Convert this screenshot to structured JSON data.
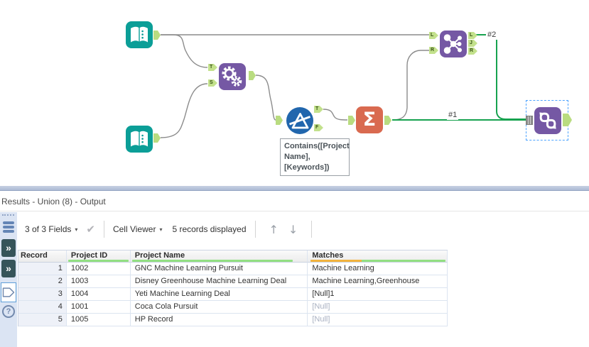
{
  "canvas": {
    "annotation": "Contains([Project Name], [Keywords])",
    "connection_labels": {
      "label1": "#1",
      "label2": "#2"
    },
    "anchors": {
      "append_t": "T",
      "append_s": "S",
      "filter_t": "T",
      "filter_f": "F",
      "join_l_in": "L",
      "join_r_in": "R",
      "join_l_out": "L",
      "join_j_out": "J",
      "join_r_out": "R"
    },
    "summarize_glyph": "Σ"
  },
  "results_panel": {
    "title": "Results - Union (8) - Output",
    "toolbar": {
      "fields_dropdown": "3 of 3 Fields",
      "cell_viewer_dropdown": "Cell Viewer",
      "records_displayed": "5 records displayed"
    },
    "table": {
      "columns": [
        "Record",
        "Project ID",
        "Project Name",
        "Matches"
      ],
      "rows": [
        {
          "record": "1",
          "project_id": "1002",
          "project_name": "GNC Machine Learning Pursuit",
          "matches": "Machine Learning"
        },
        {
          "record": "2",
          "project_id": "1003",
          "project_name": "Disney Greenhouse Machine Learning Deal",
          "matches": "Machine Learning,Greenhouse"
        },
        {
          "record": "3",
          "project_id": "1004",
          "project_name": "Yeti Machine Learning Deal",
          "matches": "[Null]1"
        },
        {
          "record": "4",
          "project_id": "1001",
          "project_name": "Coca Cola Pursuit",
          "matches": "[Null]"
        },
        {
          "record": "5",
          "project_id": "1005",
          "project_name": "HP Record",
          "matches": "[Null]"
        }
      ]
    }
  },
  "icons": {
    "dropdown_caret": "▾",
    "checkmark": "✔",
    "double_chevron": "»",
    "up_arrow": "↑",
    "down_arrow": "↓",
    "question_mark": "?"
  },
  "colors": {
    "input_tool_teal": "#0b9e97",
    "tool_purple": "#7558a4",
    "filter_blue": "#2166ad",
    "summarize_salmon": "#d96a50",
    "anchor_green": "#c3e18c",
    "selected_wire_green": "#17a24f",
    "wire_gray": "#8c8c8c",
    "quality_ok_green": "#92df82",
    "quality_warn_orange": "#f2b33d",
    "null_text_gray": "#a9b1c2",
    "side_strip_blue": "#dbe4f3",
    "selection_dash_blue": "#4da3ff"
  }
}
